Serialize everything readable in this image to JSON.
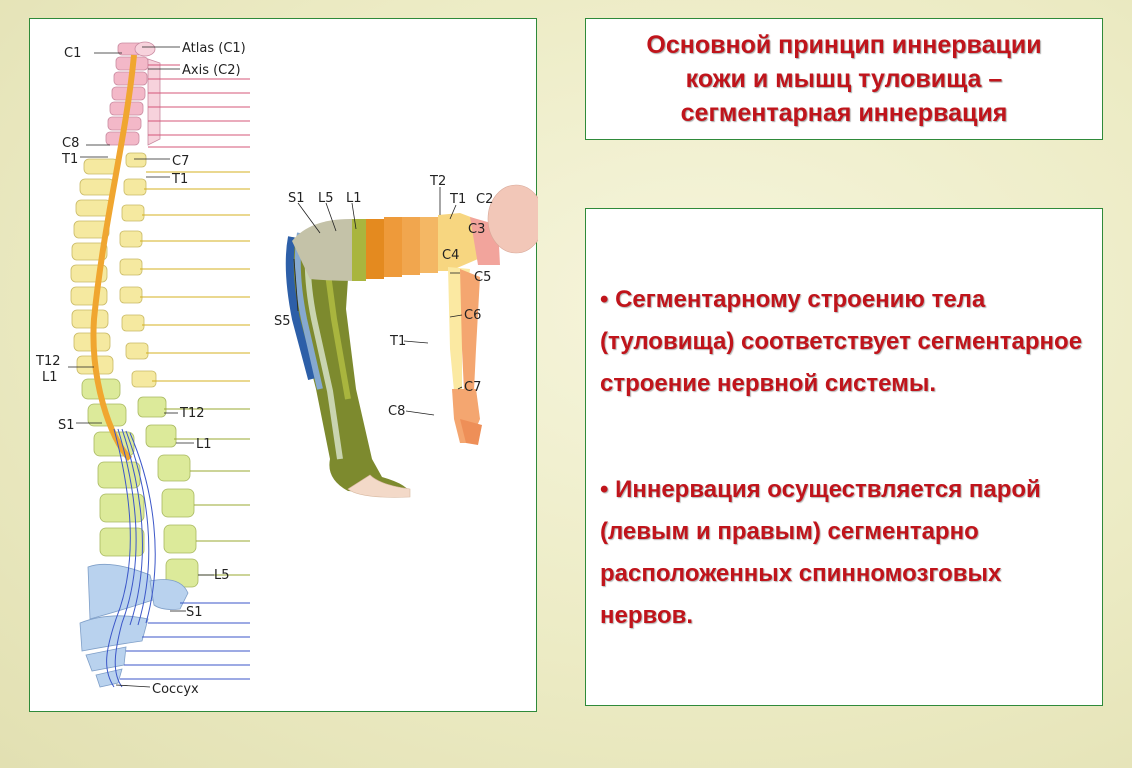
{
  "title": {
    "line1": "Основной принцип иннервации",
    "line2": "кожи и мышц туловища –",
    "line3": "сегментарная иннервация"
  },
  "bullets": [
    "• Сегментарному строению тела (туловища) соответствует сегментарное строение нервной системы.",
    "• Иннервация осуществляется парой (левым и правым) сегментарно расположенных спинномозговых нервов."
  ],
  "spine_labels": {
    "c1": "C1",
    "atlas": "Atlas (C1)",
    "axis": "Axis (C2)",
    "c8": "C8",
    "t1_left": "T1",
    "c7": "C7",
    "t1_right": "T1",
    "t12_left": "T12",
    "l1_left": "L1",
    "s1_left": "S1",
    "t12_right": "T12",
    "l1_right": "L1",
    "l5": "L5",
    "s1_right": "S1",
    "coccyx": "Coccyx"
  },
  "body_labels": {
    "s1": "S1",
    "l5": "L5",
    "l1": "L1",
    "t2": "T2",
    "t1": "T1",
    "c2": "C2",
    "c3": "C3",
    "c4": "C4",
    "c5": "C5",
    "s5": "S5",
    "c6": "C6",
    "t1_arm": "T1",
    "c7": "C7",
    "c8": "C8"
  },
  "colors": {
    "accent_text": "#c0141b",
    "panel_border": "#2f8a3a",
    "cervical": "#f3b8c8",
    "thoracic": "#f5e9a0",
    "lumbar": "#dcea9a",
    "sacral": "#b9d2ee",
    "cord": "#f0a630",
    "nerve_blue": "#3b56c8"
  }
}
